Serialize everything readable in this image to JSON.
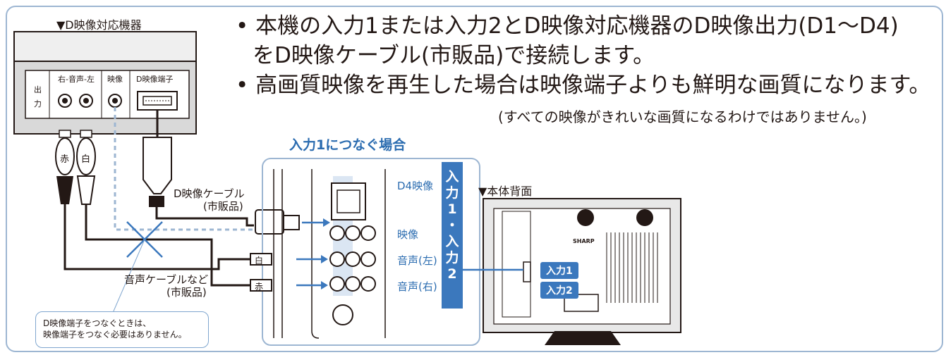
{
  "bullets": [
    "• 本機の入力1または入力2とD映像対応機器のD映像出力(D1〜D4)",
    "をD映像ケーブル(市販品)で接続します。",
    "• 高画質映像を再生した場合は映像端子よりも鮮明な画質になります。"
  ],
  "footnote": "(すべての映像がきれいな画質になるわけではありません。)",
  "device": {
    "title": "▼D映像対応機器",
    "output_label": "出力",
    "jack_labels": [
      "右-音声-左",
      "映像",
      "D映像端子"
    ]
  },
  "plugs": {
    "red": "赤",
    "white": "白"
  },
  "section_title": "入力1につなぐ場合",
  "d_cable": [
    "D映像ケーブル",
    "(市販品)"
  ],
  "audio_cable": [
    "音声ケーブルなど",
    "(市販品)"
  ],
  "callout": [
    "D映像端子をつなぐときは、",
    "映像端子をつなぐ必要はありません。"
  ],
  "panel_labels": [
    "D4映像",
    "映像",
    "音声(左)",
    "音声(右)"
  ],
  "vertical_label": "入力1・入力2",
  "tv": {
    "title": "▼本体背面",
    "badges": [
      "入力1",
      "入力2"
    ],
    "brand": "SHARP"
  },
  "colors": {
    "accent": "#3b78bd",
    "frame": "#9db6d2"
  }
}
